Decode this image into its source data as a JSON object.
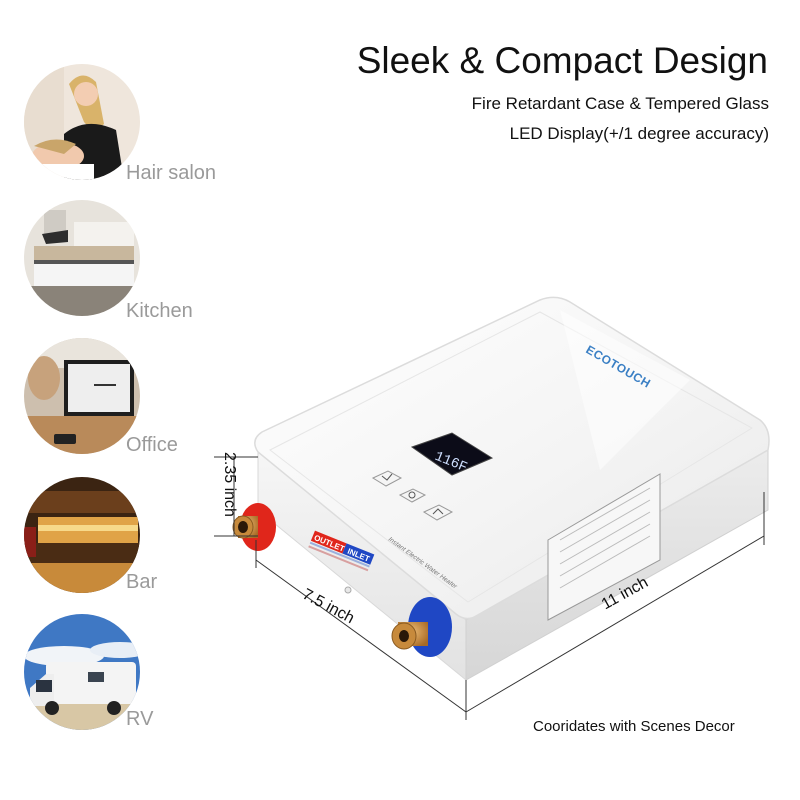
{
  "header": {
    "title": "Sleek & Compact Design",
    "features": [
      "Fire Retardant Case & Tempered Glass",
      "LED Display(+/1 degree accuracy)"
    ]
  },
  "scenes": [
    {
      "label": "Hair salon",
      "icon": "hair-salon-photo"
    },
    {
      "label": "Kitchen",
      "icon": "kitchen-photo"
    },
    {
      "label": "Office",
      "icon": "office-photo"
    },
    {
      "label": "Bar",
      "icon": "bar-photo"
    },
    {
      "label": "RV",
      "icon": "rv-photo"
    }
  ],
  "product": {
    "brand": "ECOTOUCH",
    "display_temp": "116F",
    "side_text": "Instant Electric Water Heater",
    "ports": {
      "outlet": "OUTLET",
      "inlet": "INLET"
    },
    "colors": {
      "outlet": "#e0261b",
      "inlet": "#1f47c4",
      "display_bg": "#0c0c18",
      "display_text": "#cfe0ff",
      "brand_blue": "#3a7fc4",
      "brand_green": "#7ab52e"
    }
  },
  "dimensions": {
    "height": "2.35 inch",
    "width": "7.5 inch",
    "length": "11 inch"
  },
  "caption": "Cooridates with Scenes Decor"
}
